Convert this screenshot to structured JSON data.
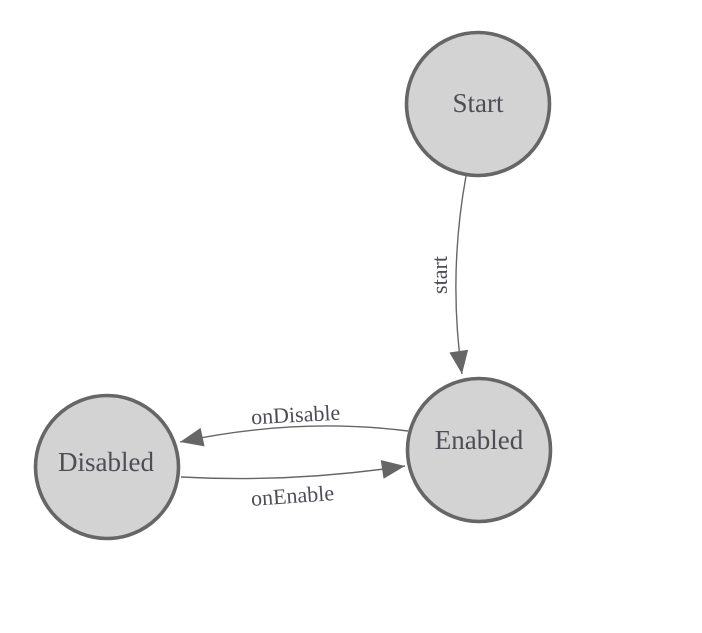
{
  "diagram": {
    "type": "state-machine",
    "colors": {
      "background": "#ffffff",
      "node_fill": "#d3d3d3",
      "node_stroke": "#666666",
      "edge": "#666666",
      "text": "#4d4d54"
    },
    "nodes": [
      {
        "id": "start",
        "label": "Start"
      },
      {
        "id": "enabled",
        "label": "Enabled"
      },
      {
        "id": "disabled",
        "label": "Disabled"
      }
    ],
    "edges": [
      {
        "from": "Start",
        "to": "Enabled",
        "label": "start"
      },
      {
        "from": "Enabled",
        "to": "Disabled",
        "label": "onDisable"
      },
      {
        "from": "Disabled",
        "to": "Enabled",
        "label": "onEnable"
      }
    ]
  }
}
